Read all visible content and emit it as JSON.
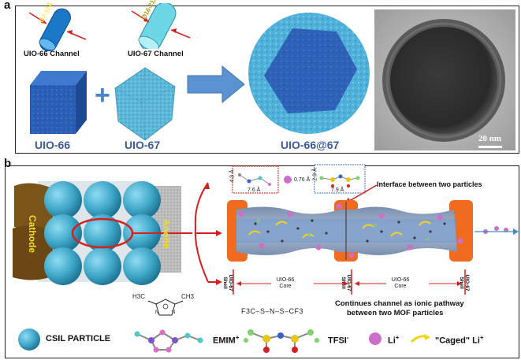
{
  "panel_a": {
    "letter": "a",
    "uio66_channel_size": "Ø7-10Å",
    "uio66_channel_label": "UIO-66 Channel",
    "uio67_channel_size": "Ø16-21Å",
    "uio67_channel_label": "UIO-67 Channel",
    "uio66_label": "UIO-66",
    "uio67_label": "UIO-67",
    "composite_label": "UIO-66@67",
    "plus_sign": "+",
    "scale_bar": "20 nm"
  },
  "panel_b": {
    "letter": "b",
    "cathode_label": "Cathode",
    "anode_label": "Anode",
    "interface_label": "Interface between two particles",
    "li_size": "0.76 Å",
    "emim_dim_w": "7.6 Å",
    "emim_dim_h": "4.3 Å",
    "tfsi_dim_w": "7.9 Å",
    "tfsi_dim_h": "2.9 Å",
    "shell_label": "UIO-67 Shell",
    "core_label_1": "UIO-66 Core",
    "core_label_2": "UIO-66 Core",
    "pathway_line1": "Continues channel as ionic pathway",
    "pathway_line2": "between two MOF particles"
  },
  "legend": {
    "csil_particle": "CSIL PARTICLE",
    "emim": "EMIM",
    "emim_charge": "+",
    "tfsi": "TFSI",
    "tfsi_charge": "-",
    "li": "Li",
    "li_charge": "+",
    "caged_li": "\"Caged\" Li",
    "caged_li_charge": "+",
    "emim_formula_ch3_left": "H3C",
    "emim_formula_ch3_right": "CH3",
    "tfsi_formula": "F3C–S–N–S–CF3"
  },
  "colors": {
    "uio66_blue": "#2f63b8",
    "uio67_light": "#57b3d6",
    "particle_cyan": "#3ea6c8",
    "cathode_brown": "#7a5418",
    "anode_gray": "#b9b9b9",
    "shell_orange": "#f06a1f",
    "li_pink": "#cc6fc8",
    "arrow_blue": "#4a86c9",
    "red": "#d62020",
    "caged_yellow": "#f2d21a"
  }
}
